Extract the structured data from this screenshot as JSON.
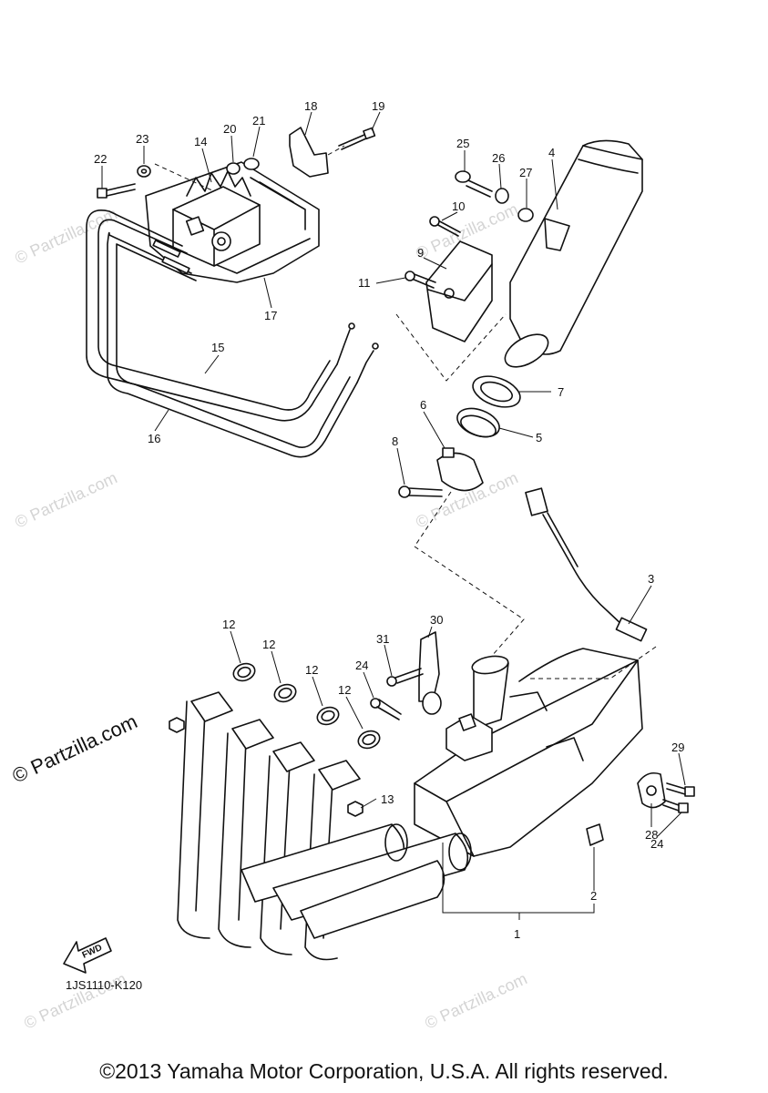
{
  "diagram": {
    "callouts": [
      {
        "id": "c1",
        "text": "1"
      },
      {
        "id": "c2",
        "text": "2"
      },
      {
        "id": "c3",
        "text": "3"
      },
      {
        "id": "c4",
        "text": "4"
      },
      {
        "id": "c5",
        "text": "5"
      },
      {
        "id": "c6",
        "text": "6"
      },
      {
        "id": "c7",
        "text": "7"
      },
      {
        "id": "c8",
        "text": "8"
      },
      {
        "id": "c9",
        "text": "9"
      },
      {
        "id": "c10",
        "text": "10"
      },
      {
        "id": "c11",
        "text": "11"
      },
      {
        "id": "c12a",
        "text": "12"
      },
      {
        "id": "c12b",
        "text": "12"
      },
      {
        "id": "c12c",
        "text": "12"
      },
      {
        "id": "c12d",
        "text": "12"
      },
      {
        "id": "c13",
        "text": "13"
      },
      {
        "id": "c14",
        "text": "14"
      },
      {
        "id": "c15",
        "text": "15"
      },
      {
        "id": "c16",
        "text": "16"
      },
      {
        "id": "c17",
        "text": "17"
      },
      {
        "id": "c18",
        "text": "18"
      },
      {
        "id": "c19",
        "text": "19"
      },
      {
        "id": "c20",
        "text": "20"
      },
      {
        "id": "c21",
        "text": "21"
      },
      {
        "id": "c22",
        "text": "22"
      },
      {
        "id": "c23",
        "text": "23"
      },
      {
        "id": "c24a",
        "text": "24"
      },
      {
        "id": "c24b",
        "text": "24"
      },
      {
        "id": "c25",
        "text": "25"
      },
      {
        "id": "c26",
        "text": "26"
      },
      {
        "id": "c27",
        "text": "27"
      },
      {
        "id": "c28",
        "text": "28"
      },
      {
        "id": "c29",
        "text": "29"
      },
      {
        "id": "c30",
        "text": "30"
      },
      {
        "id": "c31",
        "text": "31"
      }
    ],
    "diagram_code": "1JS1110-K120",
    "fwd_label": "FWD",
    "watermark": "© Partzilla.com"
  },
  "footer": {
    "copyright": "©2013 Yamaha Motor Corporation, U.S.A. All rights reserved."
  }
}
